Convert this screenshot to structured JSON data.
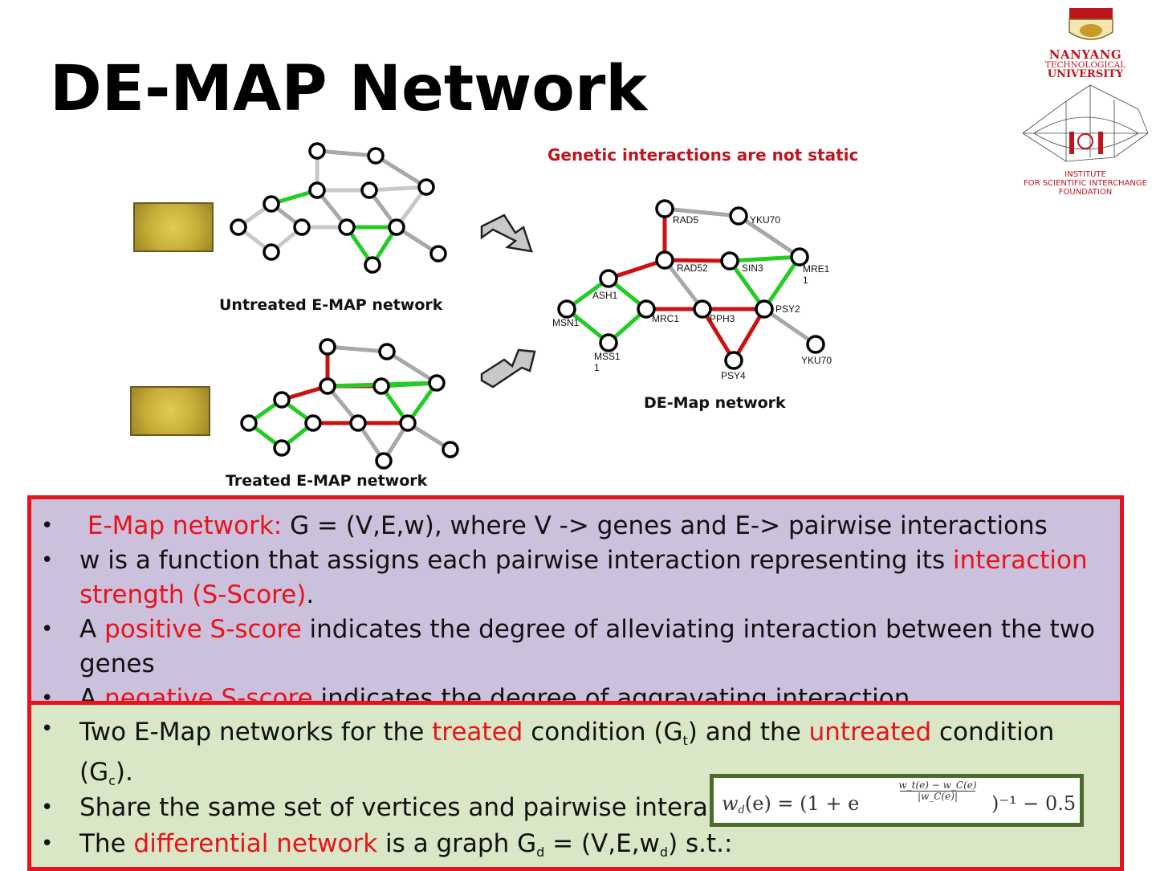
{
  "slide": {
    "title": "DE-MAP Network",
    "subtitle": "Genetic interactions are not static"
  },
  "logo": {
    "university_line1": "NANYANG",
    "university_line2": "TECHNOLOGICAL",
    "university_line3": "UNIVERSITY",
    "institute_line1": "INSTITUTE",
    "institute_line2": "FOR SCIENTIFIC INTERCHANGE",
    "institute_line3": "FOUNDATION"
  },
  "networks": {
    "untreated_label": "Untreated E-MAP network",
    "treated_label": "Treated E-MAP network",
    "demap_label": "DE-Map network",
    "demap_nodes": {
      "rad5": "RAD5",
      "yku70_top": "YKU70",
      "rad52": "RAD52",
      "sin3": "SIN3",
      "mre11": "MRE1\n1",
      "ash1": "ASH1",
      "msn1": "MSN1",
      "mrc1": "MRC1",
      "pph3": "PPH3",
      "psy2": "PSY2",
      "mss11": "MSS1\n1",
      "psy4": "PSY4",
      "yku70_bottom": "YKU70"
    },
    "colors": {
      "positive": "#22cc22",
      "negative": "#cc1111",
      "neutral": "#a8a8a8"
    }
  },
  "box1": {
    "b1_red": "E-Map network:",
    "b1_rest": " G = (V,E,w), where V -> genes and E-> pairwise interactions",
    "b2_start": "w is a function that assigns each pairwise interaction representing its ",
    "b2_red": "interaction strength (S-Score)",
    "b2_end": ".",
    "b3_start": " A ",
    "b3_red": "positive S-score",
    "b3_end": " indicates the degree of alleviating interaction between the two genes",
    "b4_start": "A ",
    "b4_red": "negative S-score",
    "b4_end": " indicates the degree of aggravating interaction"
  },
  "box2": {
    "b1_a": "Two E-Map networks for the ",
    "b1_red1": "treated",
    "b1_b": " condition (G",
    "b1_sub1": "t",
    "b1_c": ") and the ",
    "b1_red2": "untreated",
    "b1_d": " condition (G",
    "b1_sub2": "c",
    "b1_e": ").",
    "b2": "Share the same set of vertices and pairwise intera",
    "b3_a": "The ",
    "b3_red": "differential network",
    "b3_b": " is a graph G",
    "b3_sub1": "d",
    "b3_c": " = (V,E,w",
    "b3_sub2": "d",
    "b3_d": ") s.t.:"
  },
  "formula": {
    "lhs": "w",
    "lhs_sub": "d",
    "main": "(e) = (1 + e",
    "exp_num": "w_t(e) − w_C(e)",
    "exp_den": "|w_C(e)|",
    "tail": ")⁻¹ − 0.5"
  }
}
